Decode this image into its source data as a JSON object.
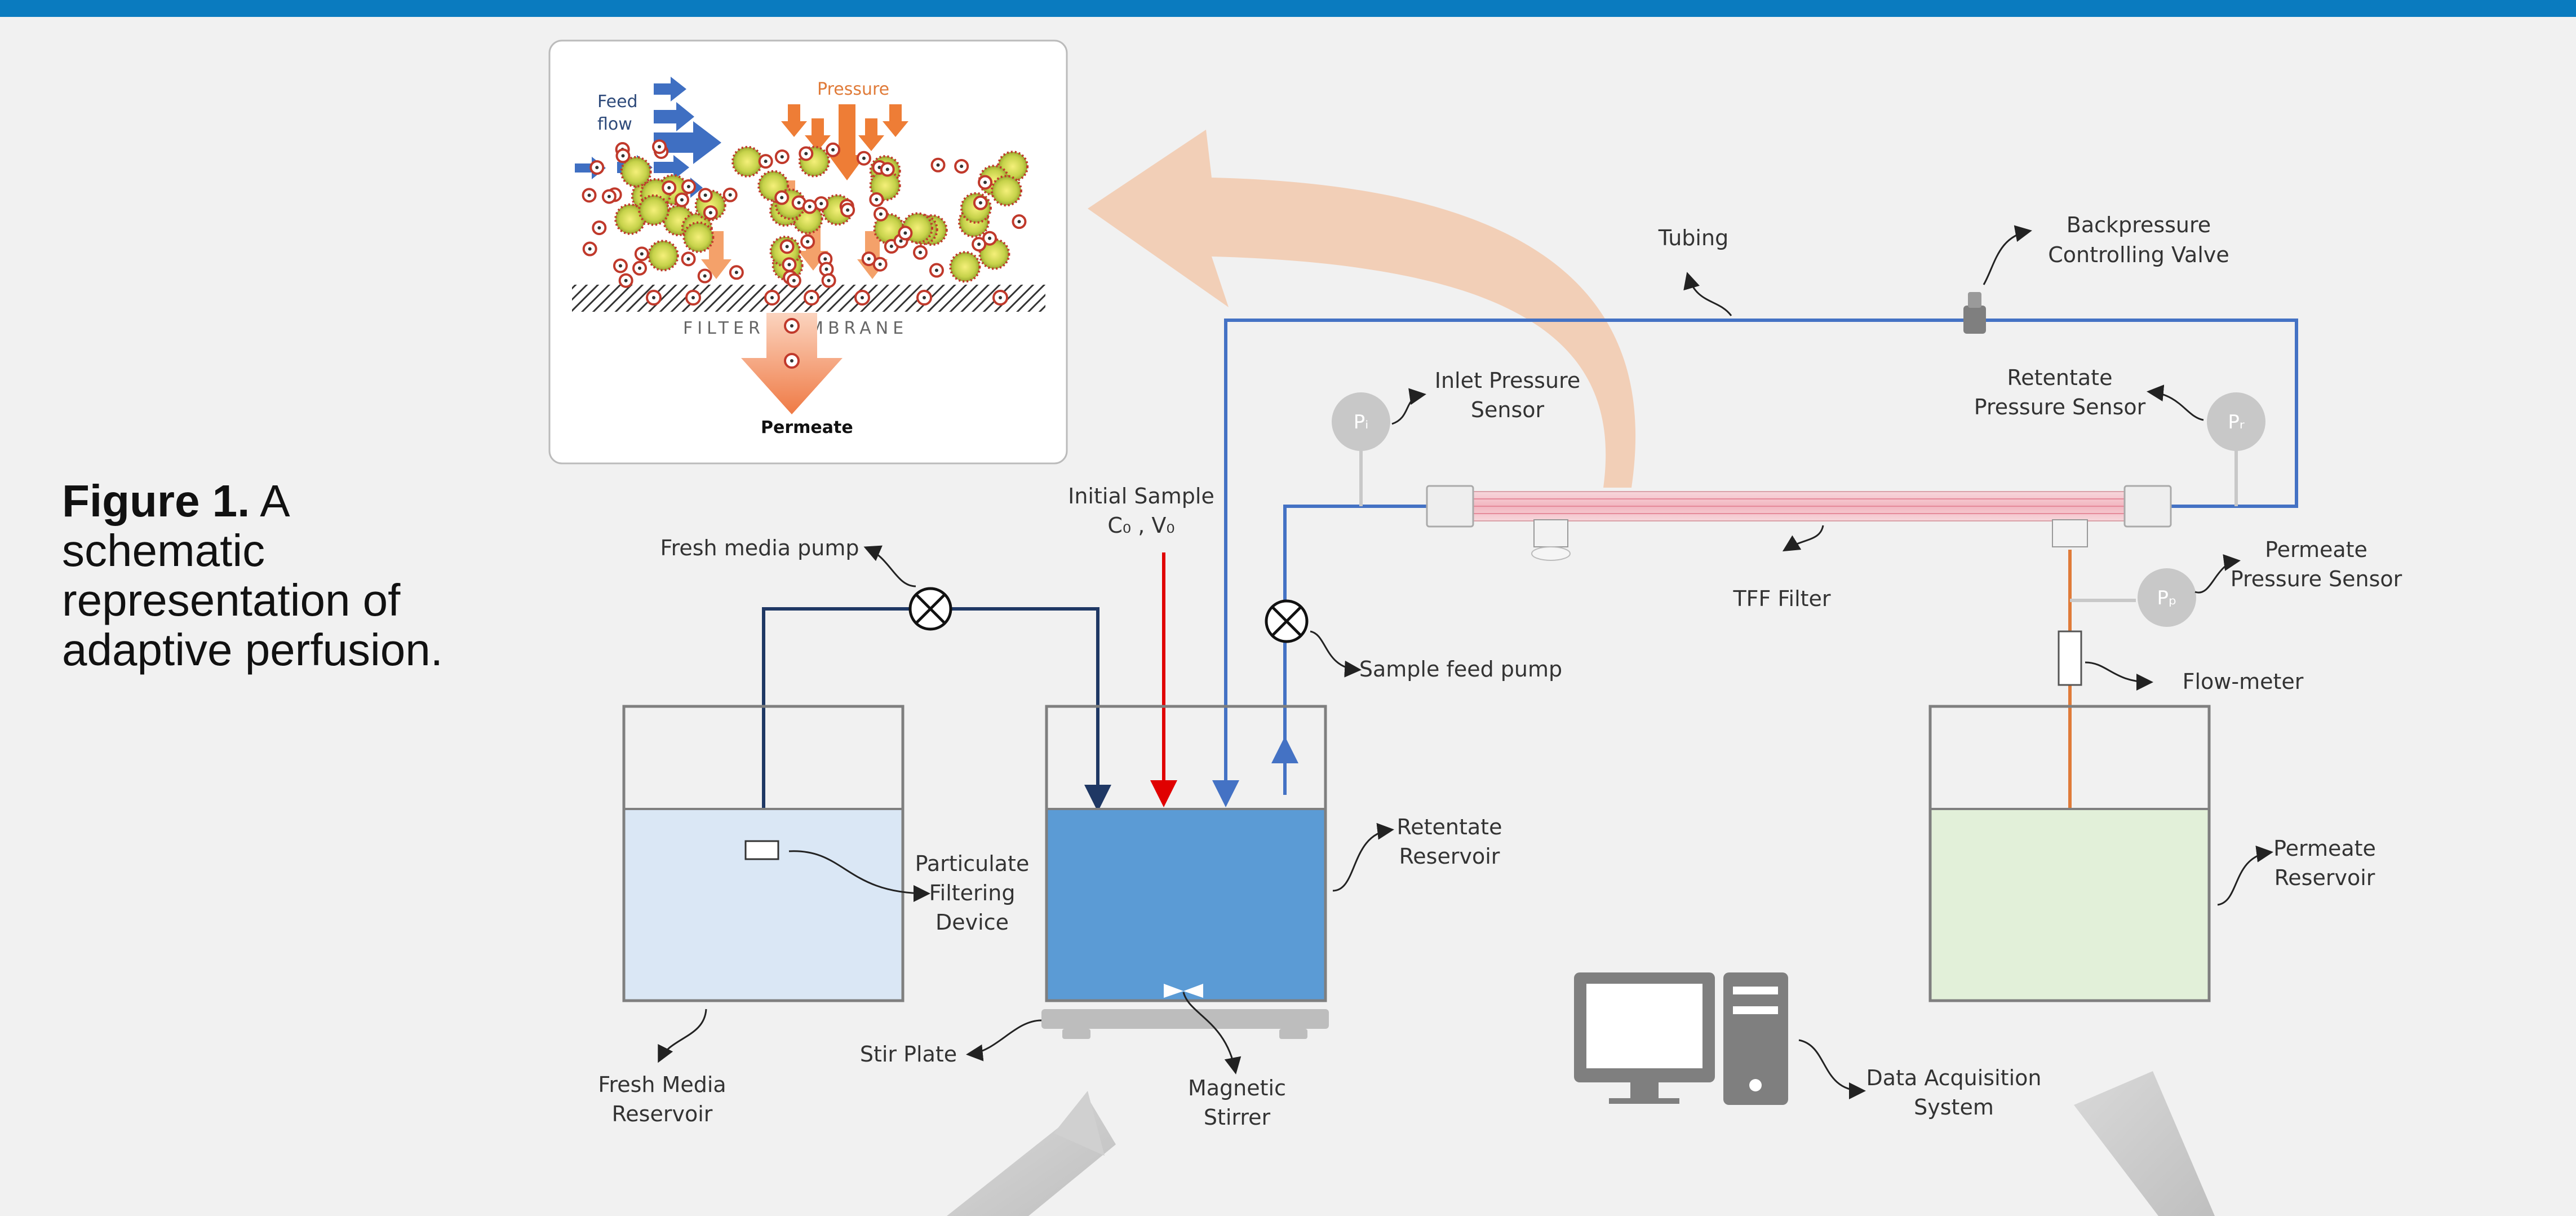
{
  "caption": {
    "bold": "Figure 1.",
    "rest": "A schematic representation of adaptive perfusion."
  },
  "inset": {
    "feed_flow_1": "Feed",
    "feed_flow_2": "flow",
    "pressure": "Pressure",
    "membrane": "FILTER  MEMBRANE",
    "permeate": "Permeate"
  },
  "labels": {
    "tubing": "Tubing",
    "backpressure_1": "Backpressure",
    "backpressure_2": "Controlling Valve",
    "inlet_sensor_1": "Inlet Pressure",
    "inlet_sensor_2": "Sensor",
    "retentate_sensor_1": "Retentate",
    "retentate_sensor_2": "Pressure Sensor",
    "initial_sample_1": "Initial Sample",
    "initial_sample_2": "C₀ , V₀",
    "fresh_media_pump": "Fresh media pump",
    "sample_feed_pump": "Sample feed pump",
    "tff_filter": "TFF Filter",
    "permeate_sensor_1": "Permeate",
    "permeate_sensor_2": "Pressure Sensor",
    "flow_meter": "Flow-meter",
    "retentate_reservoir_1": "Retentate",
    "retentate_reservoir_2": "Reservoir",
    "particulate_1": "Particulate",
    "particulate_2": "Filtering",
    "particulate_3": "Device",
    "permeate_reservoir_1": "Permeate",
    "permeate_reservoir_2": "Reservoir",
    "fresh_media_reservoir_1": "Fresh Media",
    "fresh_media_reservoir_2": "Reservoir",
    "stir_plate": "Stir Plate",
    "magnetic_stirrer_1": "Magnetic",
    "magnetic_stirrer_2": "Stirrer",
    "daq_1": "Data Acquisition",
    "daq_2": "System",
    "sensor_pi": "Pᵢ",
    "sensor_pr": "Pᵣ",
    "sensor_pp": "Pₚ"
  },
  "colors": {
    "header": "#0a7bbf",
    "background": "#f1f1f1",
    "blue_line": "#4472c4",
    "navy_line": "#1f3864",
    "red_line": "#e00000",
    "orange_line": "#e07b39",
    "retentate_fluid": "#5b9bd5",
    "fresh_media_fluid": "#dae7f5",
    "permeate_fluid": "#e2f0d9",
    "big_arrow": "#f2c9ad",
    "sensor_grey": "#c8c8c8"
  }
}
